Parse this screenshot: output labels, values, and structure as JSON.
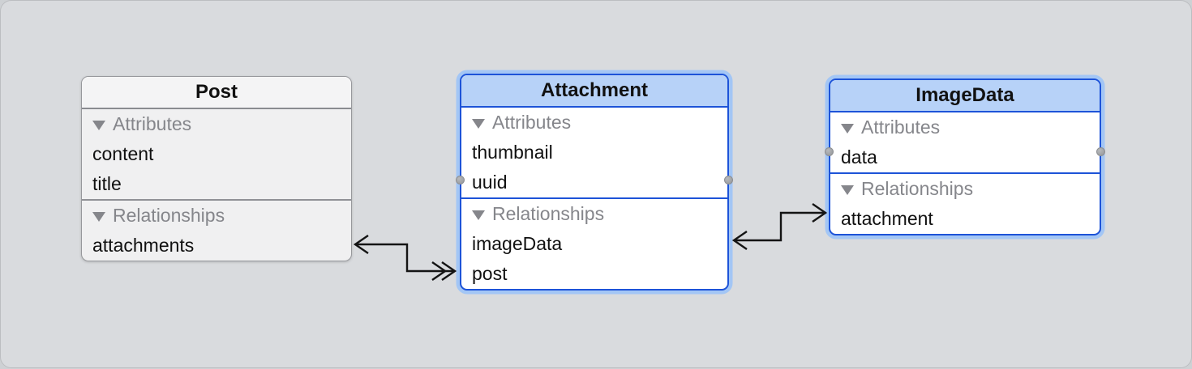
{
  "editor": {
    "kind": "core-data-model-graph",
    "background_color": "#d9dbde",
    "outer_background_color": "#ced1d4"
  },
  "colors": {
    "selected_border": "#1d53d8",
    "selected_header_bg": "#b7d2f8",
    "selection_halo": "#a0c5f6",
    "unselected_border": "#97989c",
    "unselected_header_bg": "#f4f4f5",
    "unselected_body_bg": "#f0f0f1",
    "section_label": "#85868b",
    "connector": "#141414",
    "handle": "#9b9da0"
  },
  "entities": [
    {
      "name": "Post",
      "selected": false,
      "sections": [
        {
          "label": "Attributes",
          "items": [
            "content",
            "title"
          ]
        },
        {
          "label": "Relationships",
          "items": [
            "attachments"
          ]
        }
      ]
    },
    {
      "name": "Attachment",
      "selected": true,
      "sections": [
        {
          "label": "Attributes",
          "items": [
            "thumbnail",
            "uuid"
          ]
        },
        {
          "label": "Relationships",
          "items": [
            "imageData",
            "post"
          ]
        }
      ]
    },
    {
      "name": "ImageData",
      "selected": true,
      "sections": [
        {
          "label": "Attributes",
          "items": [
            "data"
          ]
        },
        {
          "label": "Relationships",
          "items": [
            "attachment"
          ]
        }
      ]
    }
  ],
  "connectors": [
    {
      "between": [
        "Post.attachments",
        "Attachment.post"
      ],
      "arrow_at_post": "single (to-one)",
      "arrow_at_attachment": "double (to-many)"
    },
    {
      "between": [
        "Attachment.imageData",
        "ImageData.attachment"
      ],
      "arrow_at_attachment": "single (to-one)",
      "arrow_at_imagedata": "single (to-one)"
    }
  ]
}
